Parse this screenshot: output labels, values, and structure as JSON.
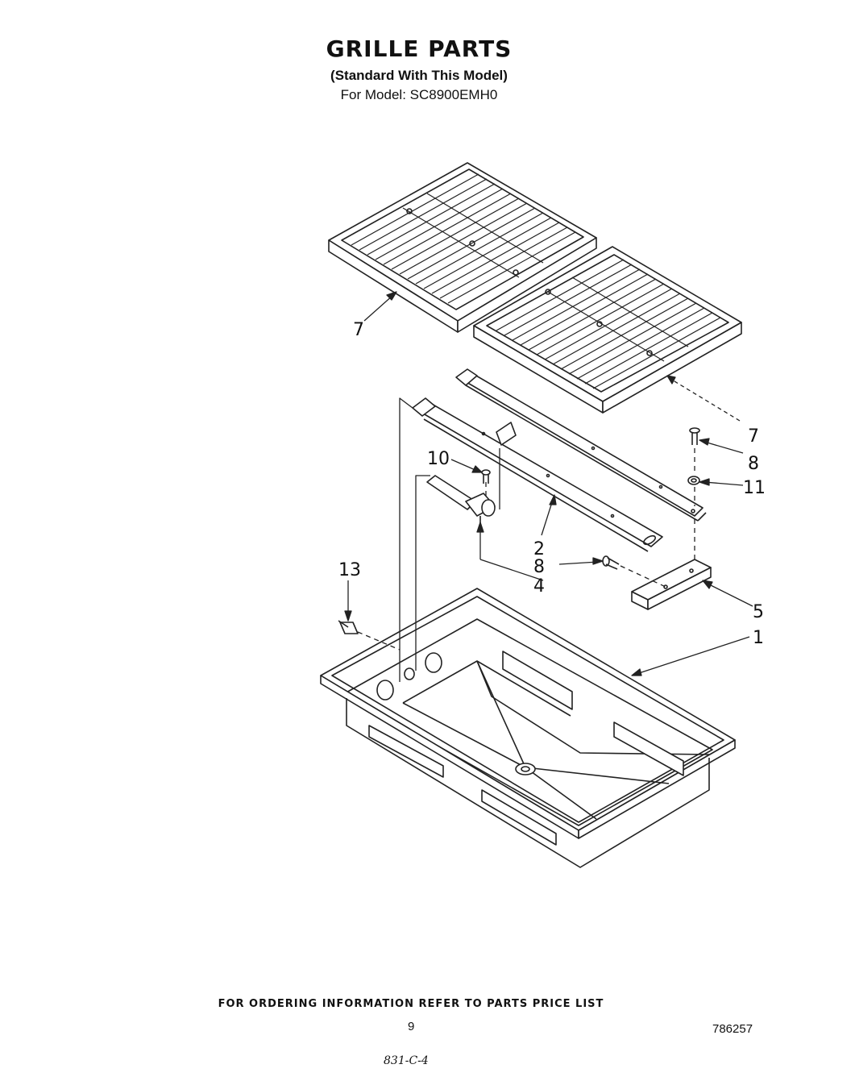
{
  "header": {
    "title": "GRILLE PARTS",
    "subtitle": "(Standard With This Model)",
    "model": "For Model: SC8900EMH0"
  },
  "callouts": {
    "grate_left": "7",
    "grate_right": "7",
    "screw_top": "8",
    "nut": "11",
    "screw_small": "10",
    "burner": "2",
    "screw_mid": "8",
    "valve": "4",
    "bracket": "5",
    "clip": "13",
    "pan": "1"
  },
  "footer": {
    "ordering_note": "FOR ORDERING INFORMATION REFER TO PARTS PRICE LIST",
    "page_number": "9",
    "doc_number": "786257",
    "handwritten": "831-C-4"
  }
}
